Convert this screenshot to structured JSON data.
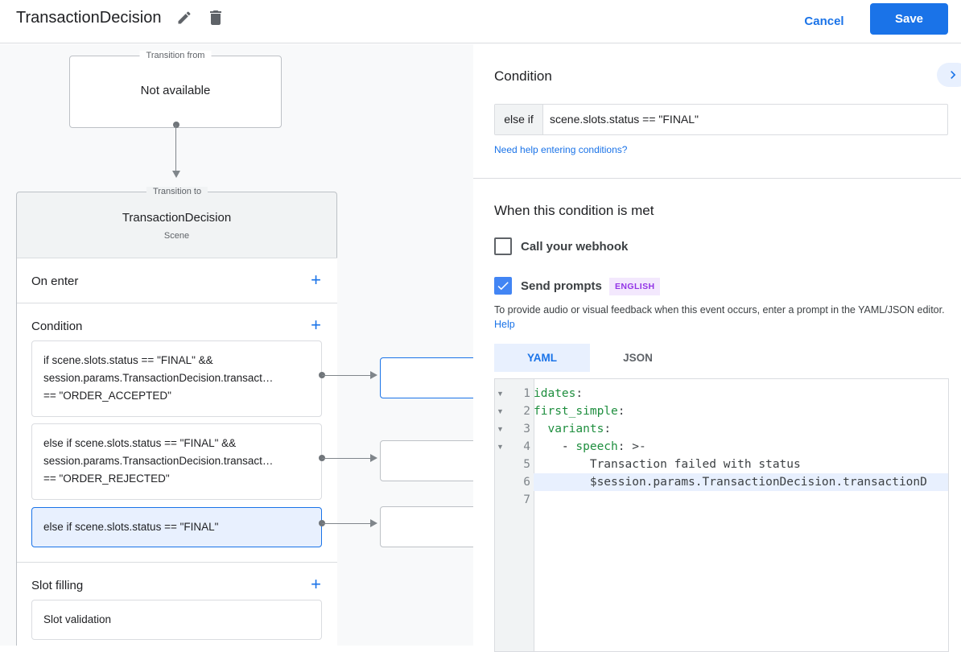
{
  "header": {
    "title": "TransactionDecision",
    "edit_icon": "pencil-icon",
    "delete_icon": "trash-icon",
    "cancel": "Cancel",
    "save": "Save"
  },
  "canvas": {
    "transition_from": {
      "legend": "Transition from",
      "value": "Not available"
    },
    "transition_to": {
      "legend": "Transition to",
      "scene_name": "TransactionDecision",
      "scene_type": "Scene"
    },
    "on_enter": "On enter",
    "condition": "Condition",
    "conditions": [
      {
        "lines": [
          "if scene.slots.status == \"FINAL\" &&",
          "session.params.TransactionDecision.transact…",
          "== \"ORDER_ACCEPTED\""
        ]
      },
      {
        "lines": [
          "else if scene.slots.status == \"FINAL\" &&",
          "session.params.TransactionDecision.transact…",
          "== \"ORDER_REJECTED\""
        ]
      },
      {
        "lines": [
          "else if scene.slots.status == \"FINAL\""
        ],
        "selected": true
      }
    ],
    "slot_filling": "Slot filling",
    "slot_validation": "Slot validation"
  },
  "panel": {
    "condition_title": "Condition",
    "prefix": "else if",
    "condition_value": "scene.slots.status == \"FINAL\"",
    "help_link": "Need help entering conditions?",
    "met_title": "When this condition is met",
    "webhook_label": "Call your webhook",
    "webhook_checked": false,
    "prompts_label": "Send prompts",
    "prompts_checked": true,
    "language_badge": "ENGLISH",
    "description": "To provide audio or visual feedback when this event occurs, enter a prompt in the YAML/JSON editor.",
    "description_help": "Help",
    "tabs": [
      {
        "label": "YAML",
        "active": true
      },
      {
        "label": "JSON",
        "active": false
      }
    ],
    "code": [
      {
        "n": "1",
        "fold": true,
        "key": "idates",
        "rest": ":",
        "indent": ""
      },
      {
        "n": "2",
        "fold": true,
        "key": "first_simple",
        "rest": ":",
        "indent": ""
      },
      {
        "n": "3",
        "fold": true,
        "key": "variants",
        "rest": ":",
        "indent": "  "
      },
      {
        "n": "4",
        "fold": true,
        "key": "speech",
        "rest": ": >-",
        "indent": "    - "
      },
      {
        "n": "5",
        "fold": false,
        "key": "",
        "rest": "Transaction failed with status",
        "indent": "        "
      },
      {
        "n": "6",
        "fold": false,
        "key": "",
        "rest": "$session.params.TransactionDecision.transactionD",
        "indent": "        ",
        "highlight": true
      },
      {
        "n": "7",
        "fold": false,
        "key": "",
        "rest": "",
        "indent": ""
      }
    ]
  },
  "colors": {
    "accent": "#1a73e8",
    "selected_bg": "#e8f0fe",
    "badge_bg": "#f3e8fd",
    "badge_fg": "#9334e6",
    "yaml_key": "#1e8e3e"
  }
}
